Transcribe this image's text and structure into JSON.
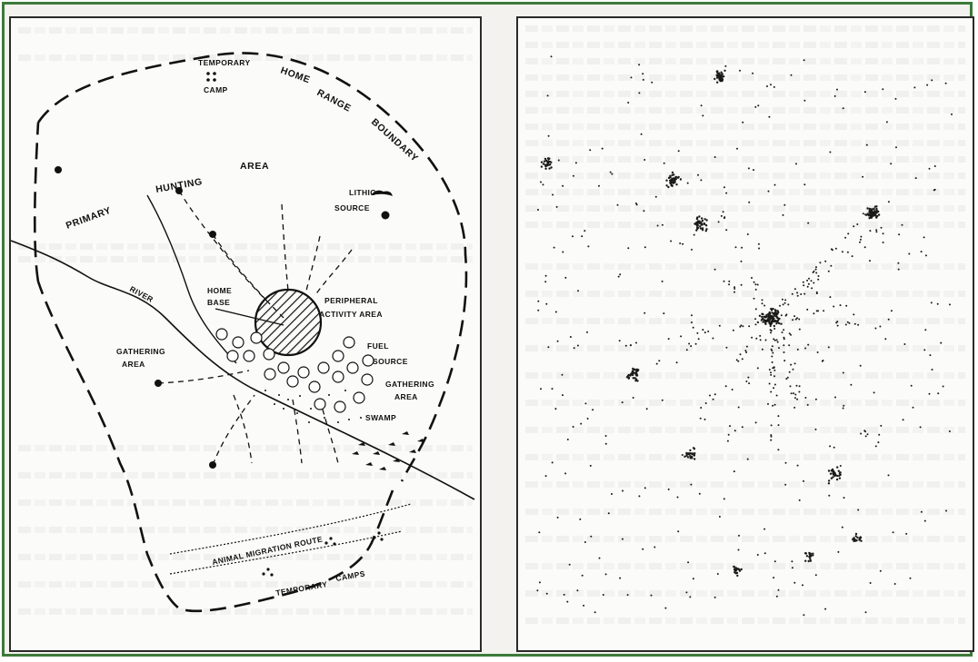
{
  "frame": {
    "border_color": "#3d7a3a"
  },
  "left_diagram": {
    "labels": {
      "temporary_camp_top": [
        "TEMPORARY",
        "CAMP"
      ],
      "home_range_boundary": [
        "HOME",
        "RANGE",
        "BOUNDARY"
      ],
      "primary_hunting_area": [
        "PRIMARY",
        "HUNTING",
        "AREA"
      ],
      "lithic_source": [
        "LITHIC",
        "SOURCE"
      ],
      "river": "RIVER",
      "home_base": [
        "HOME",
        "BASE"
      ],
      "peripheral_activity_area": [
        "PERIPHERAL",
        "ACTIVITY AREA"
      ],
      "fuel_source": [
        "FUEL",
        "SOURCE"
      ],
      "gathering_area_left": [
        "GATHERING",
        "AREA"
      ],
      "gathering_area_right": [
        "GATHERING",
        "AREA"
      ],
      "swamp": "SWAMP",
      "animal_migration_route": "ANIMAL MIGRATION ROUTE",
      "temporary_camps_bottom": [
        "TEMPORARY",
        "CAMPS"
      ]
    }
  },
  "right_diagram": {
    "description_icon": "dot-scatter"
  }
}
